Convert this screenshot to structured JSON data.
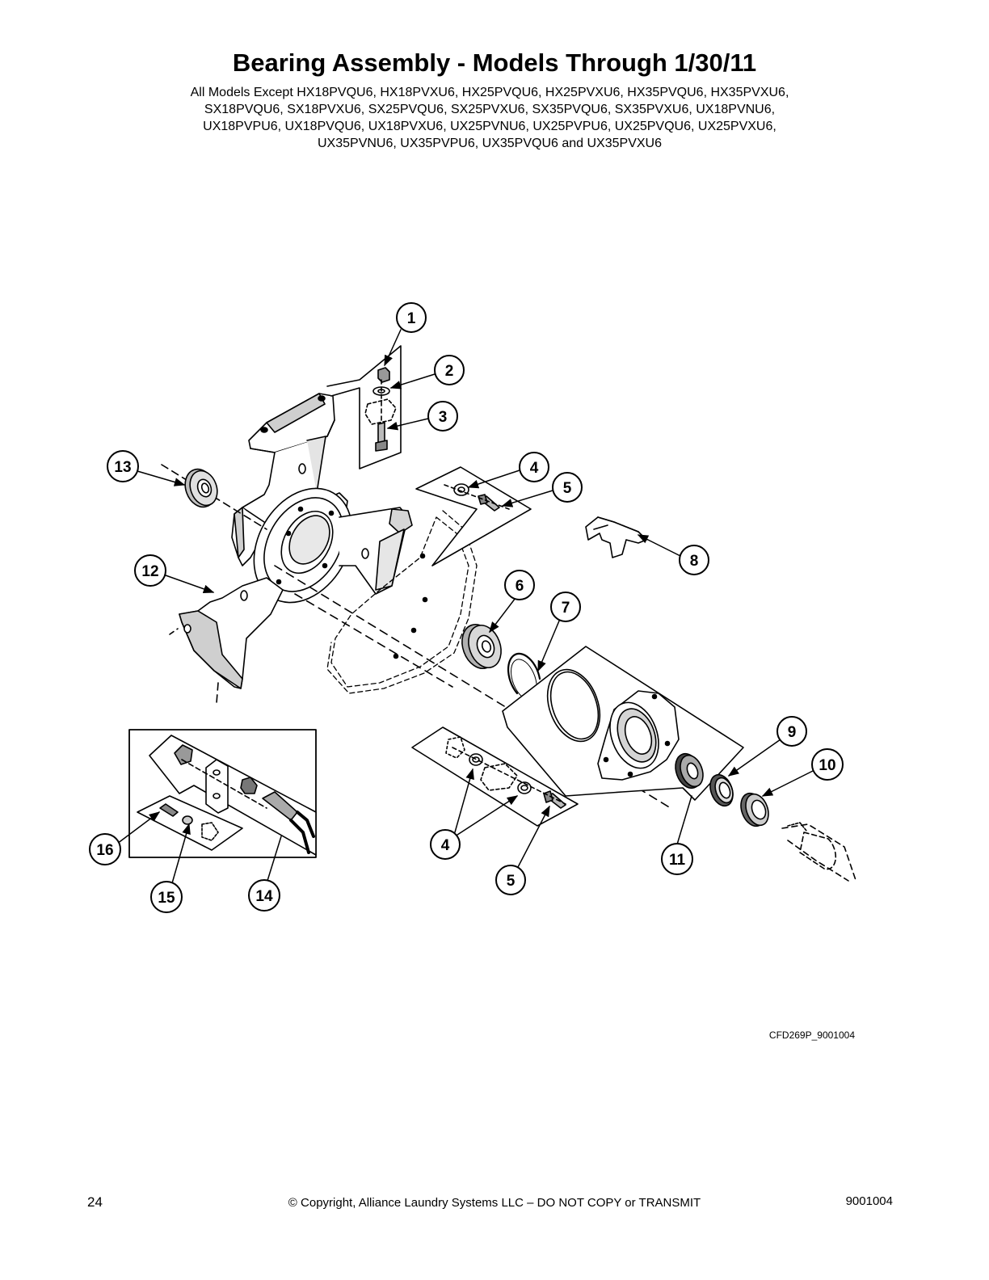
{
  "title": "Bearing Assembly - Models Through 1/30/11",
  "subtitle_lines": [
    "All Models Except HX18PVQU6, HX18PVXU6, HX25PVQU6, HX25PVXU6, HX35PVQU6, HX35PVXU6,",
    "SX18PVQU6, SX18PVXU6, SX25PVQU6, SX25PVXU6, SX35PVQU6, SX35PVXU6, UX18PVNU6,",
    "UX18PVPU6, UX18PVQU6, UX18PVXU6, UX25PVNU6, UX25PVPU6, UX25PVQU6, UX25PVXU6,",
    "UX35PVNU6, UX35PVPU6, UX35PVQU6 and UX35PVXU6"
  ],
  "callouts": [
    "1",
    "2",
    "3",
    "4",
    "5",
    "8",
    "13",
    "12",
    "6",
    "7",
    "9",
    "10",
    "11",
    "4",
    "5",
    "16",
    "15",
    "14"
  ],
  "figure_code": "CFD269P_9001004",
  "footer": {
    "page_number": "24",
    "copyright": "© Copyright, Alliance Laundry Systems LLC – DO NOT COPY or TRANSMIT",
    "doc_number": "9001004"
  }
}
